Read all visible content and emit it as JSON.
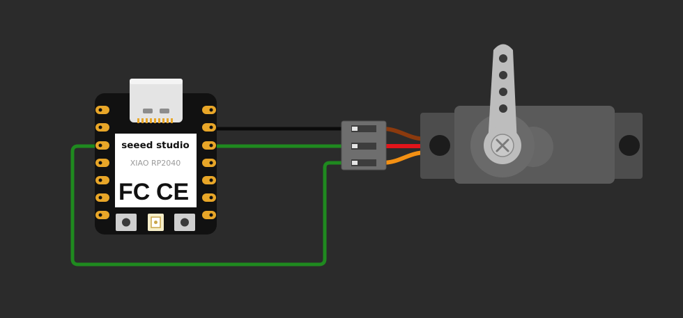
{
  "board": {
    "brand": "seeed studio",
    "model": "XIAO RP2040",
    "cert_fcc": "FC",
    "cert_ce": "CE"
  },
  "colors": {
    "background": "#2b2b2b",
    "board": "#111111",
    "pad": "#e8a628",
    "label_panel": "#ffffff",
    "wire_ground": "#0b0b0b",
    "wire_signal": "#1f8a1f",
    "servo_brown": "#8b3a0e",
    "servo_red": "#e2141a",
    "servo_orange": "#f39013",
    "servo_body": "#5a5a5a",
    "servo_horn": "#bdbdbd"
  },
  "icons": [
    "usb-c-port-icon",
    "reset-button-icon",
    "boot-button-icon",
    "rgb-led-icon",
    "servo-horn-screw-icon"
  ]
}
